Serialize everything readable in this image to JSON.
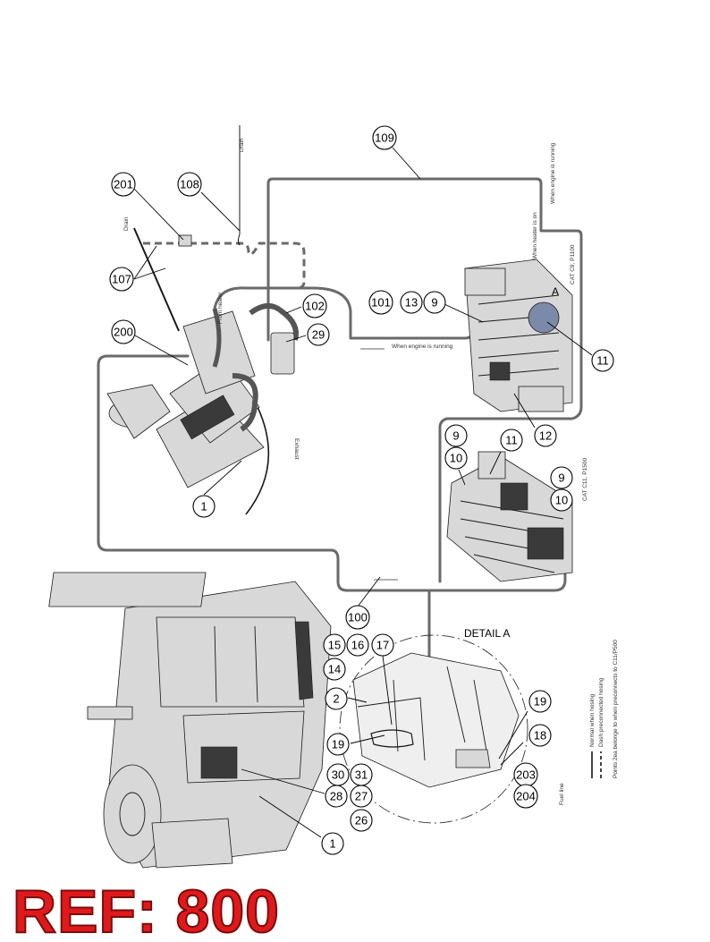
{
  "detail_title": "DETAIL A",
  "view_label": "A",
  "ref_banner": "REF: 800",
  "annotations": {
    "drain_top": "Drain",
    "drain_left": "Drain",
    "from_heater": "From heater",
    "exhaust": "Exhaust",
    "when_engine_running_1": "When engine is running",
    "when_heater_on": "When heater is on",
    "when_engine_running_2": "When engine is running",
    "cat_c9": "CAT C9, P1100",
    "cat_c11": "CAT C11, P1500",
    "fuel_line": "Fuel line",
    "legend_normal": "Normal when hosing",
    "legend_dashed": "Dash preconnected hosing",
    "legend_note": "Points 2ea belonge to when preconnects to C11/P500"
  },
  "callouts": [
    {
      "id": "c109",
      "label": "109"
    },
    {
      "id": "c201",
      "label": "201"
    },
    {
      "id": "c108",
      "label": "108"
    },
    {
      "id": "c107",
      "label": "107"
    },
    {
      "id": "c102",
      "label": "102"
    },
    {
      "id": "c101",
      "label": "101"
    },
    {
      "id": "c13",
      "label": "13"
    },
    {
      "id": "c9a",
      "label": "9"
    },
    {
      "id": "c200",
      "label": "200"
    },
    {
      "id": "c29",
      "label": "29"
    },
    {
      "id": "c11a",
      "label": "11"
    },
    {
      "id": "c12",
      "label": "12"
    },
    {
      "id": "c9b",
      "label": "9"
    },
    {
      "id": "c10a",
      "label": "10"
    },
    {
      "id": "c11b",
      "label": "11"
    },
    {
      "id": "c9c",
      "label": "9"
    },
    {
      "id": "c10b",
      "label": "10"
    },
    {
      "id": "c1a",
      "label": "1"
    },
    {
      "id": "c100",
      "label": "100"
    },
    {
      "id": "c15",
      "label": "15"
    },
    {
      "id": "c16",
      "label": "16"
    },
    {
      "id": "c17",
      "label": "17"
    },
    {
      "id": "c14",
      "label": "14"
    },
    {
      "id": "c2",
      "label": "2"
    },
    {
      "id": "c19a",
      "label": "19"
    },
    {
      "id": "c18",
      "label": "18"
    },
    {
      "id": "c19b",
      "label": "19"
    },
    {
      "id": "c30",
      "label": "30"
    },
    {
      "id": "c31",
      "label": "31"
    },
    {
      "id": "c203",
      "label": "203"
    },
    {
      "id": "c28",
      "label": "28"
    },
    {
      "id": "c27",
      "label": "27"
    },
    {
      "id": "c204",
      "label": "204"
    },
    {
      "id": "c26",
      "label": "26"
    },
    {
      "id": "c1b",
      "label": "1"
    }
  ]
}
